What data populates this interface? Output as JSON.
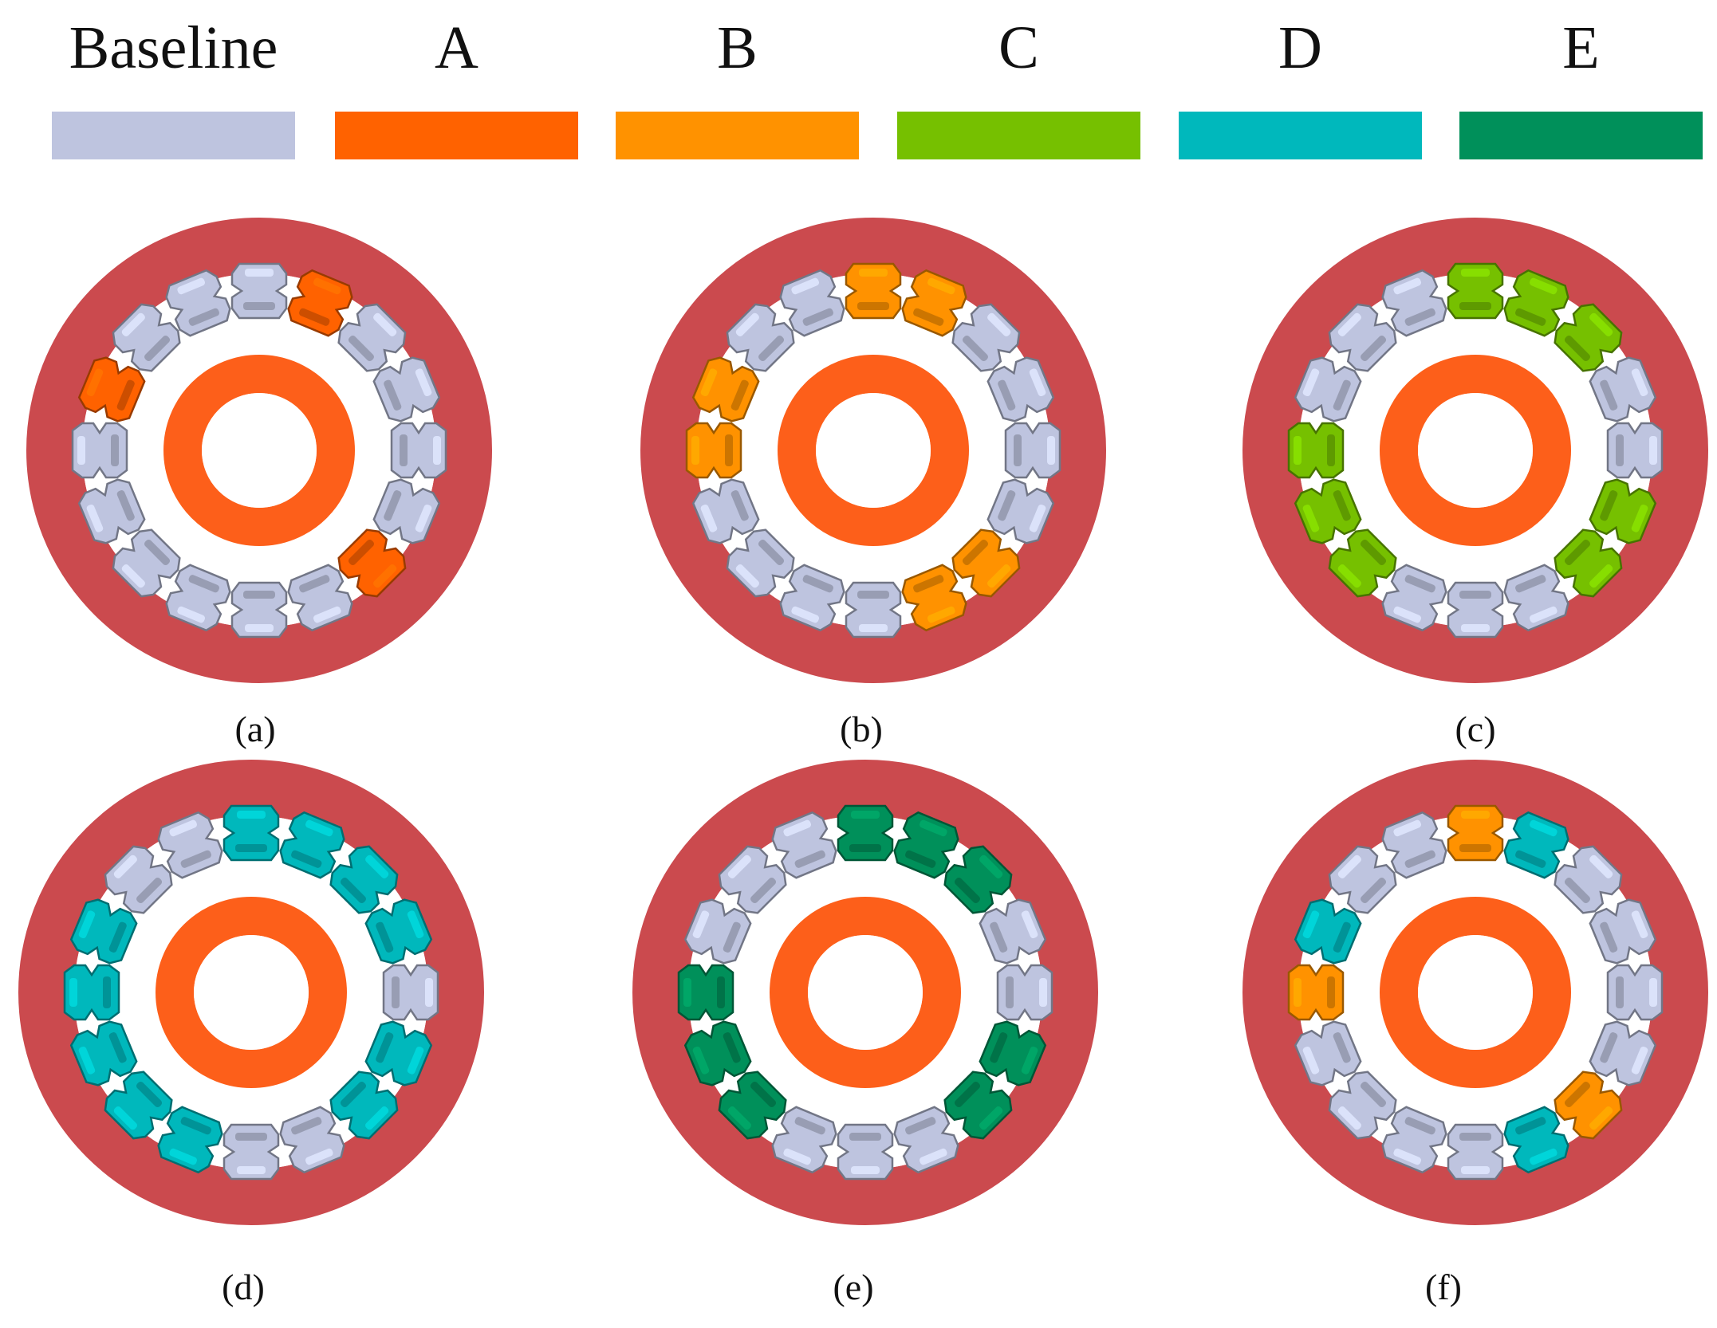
{
  "legend": [
    {
      "label": "Baseline",
      "color": "#bec4df"
    },
    {
      "label": "A",
      "color": "#ff6200"
    },
    {
      "label": "B",
      "color": "#ff9200"
    },
    {
      "label": "C",
      "color": "#76c000"
    },
    {
      "label": "D",
      "color": "#00b8bc"
    },
    {
      "label": "E",
      "color": "#00905a"
    }
  ],
  "colors": {
    "outer_ring": "#cb4a4e",
    "inner_ring": "#fd5f1a",
    "pellet_outline": "#5a5f7a"
  },
  "pellet_count": 16,
  "panels": [
    {
      "caption": "(a)",
      "pellets": [
        "Baseline",
        "A",
        "Baseline",
        "Baseline",
        "Baseline",
        "Baseline",
        "A",
        "Baseline",
        "Baseline",
        "Baseline",
        "Baseline",
        "Baseline",
        "Baseline",
        "A",
        "Baseline",
        "Baseline"
      ]
    },
    {
      "caption": "(b)",
      "pellets": [
        "B",
        "B",
        "Baseline",
        "Baseline",
        "Baseline",
        "Baseline",
        "B",
        "B",
        "Baseline",
        "Baseline",
        "Baseline",
        "Baseline",
        "B",
        "B",
        "Baseline",
        "Baseline"
      ]
    },
    {
      "caption": "(c)",
      "pellets": [
        "C",
        "C",
        "C",
        "Baseline",
        "Baseline",
        "C",
        "C",
        "Baseline",
        "Baseline",
        "Baseline",
        "C",
        "C",
        "C",
        "Baseline",
        "Baseline",
        "Baseline"
      ]
    },
    {
      "caption": "(d)",
      "pellets": [
        "D",
        "D",
        "D",
        "D",
        "Baseline",
        "D",
        "D",
        "Baseline",
        "Baseline",
        "D",
        "D",
        "D",
        "D",
        "D",
        "Baseline",
        "Baseline"
      ]
    },
    {
      "caption": "(e)",
      "pellets": [
        "E",
        "E",
        "E",
        "Baseline",
        "Baseline",
        "E",
        "E",
        "Baseline",
        "Baseline",
        "Baseline",
        "E",
        "E",
        "E",
        "Baseline",
        "Baseline",
        "Baseline"
      ]
    },
    {
      "caption": "(f)",
      "pellets": [
        "B",
        "D",
        "Baseline",
        "Baseline",
        "Baseline",
        "Baseline",
        "B",
        "D",
        "Baseline",
        "Baseline",
        "Baseline",
        "Baseline",
        "B",
        "D",
        "Baseline",
        "Baseline"
      ]
    }
  ]
}
